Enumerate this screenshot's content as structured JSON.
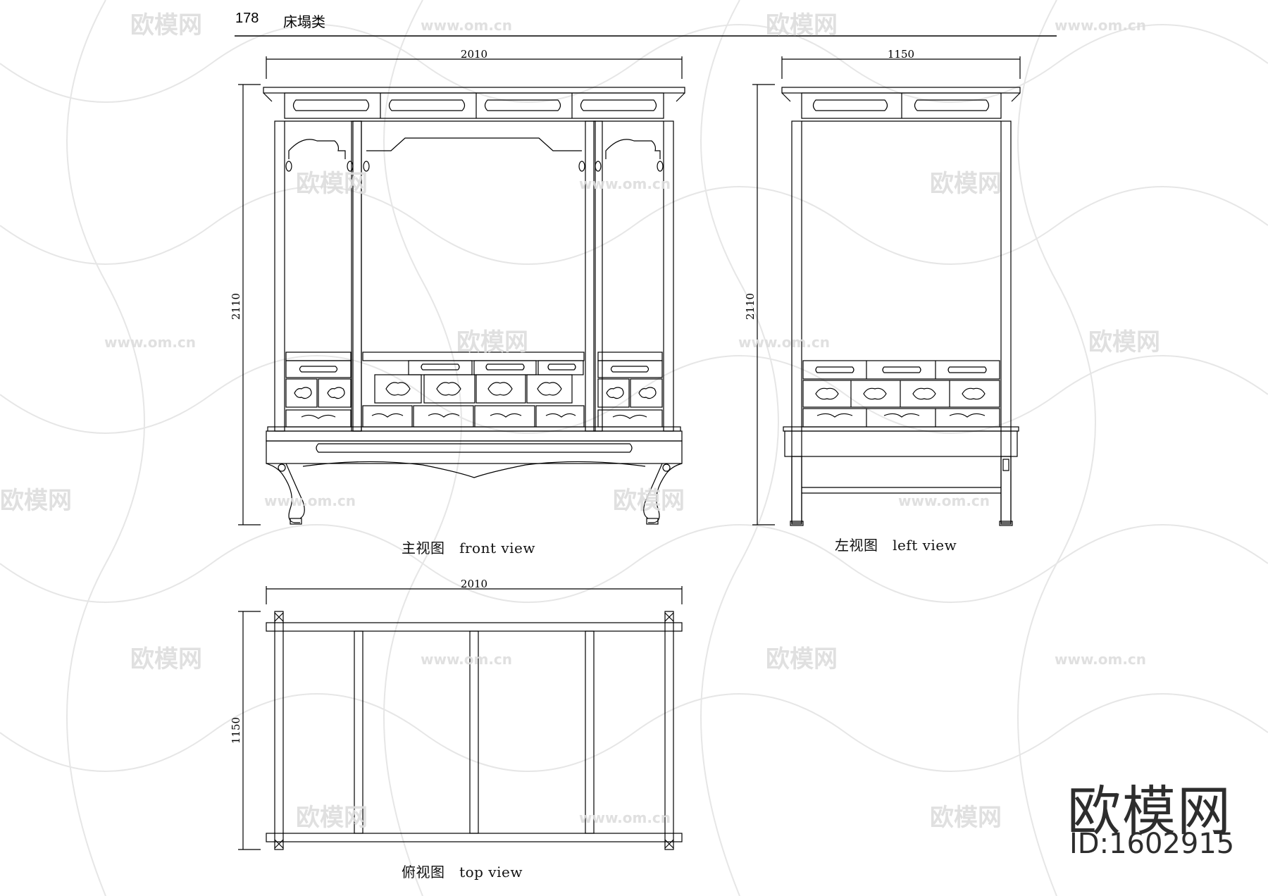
{
  "header": {
    "page_number": "178",
    "category": "床塌类"
  },
  "views": {
    "front": {
      "caption": "主视图   front view",
      "width_dim": "2010",
      "height_dim": "2110"
    },
    "left": {
      "caption": "左视图   left view",
      "width_dim": "1150",
      "height_dim": "2110"
    },
    "top": {
      "caption": "俯视图   top view",
      "width_dim": "2010",
      "height_dim": "1150"
    }
  },
  "watermark": {
    "brand": "欧模网",
    "domain": "www.om.cn",
    "id_label": "ID:1602915"
  },
  "colors": {
    "line": "#000000",
    "watermark": "#dddddd",
    "background": "#ffffff"
  }
}
